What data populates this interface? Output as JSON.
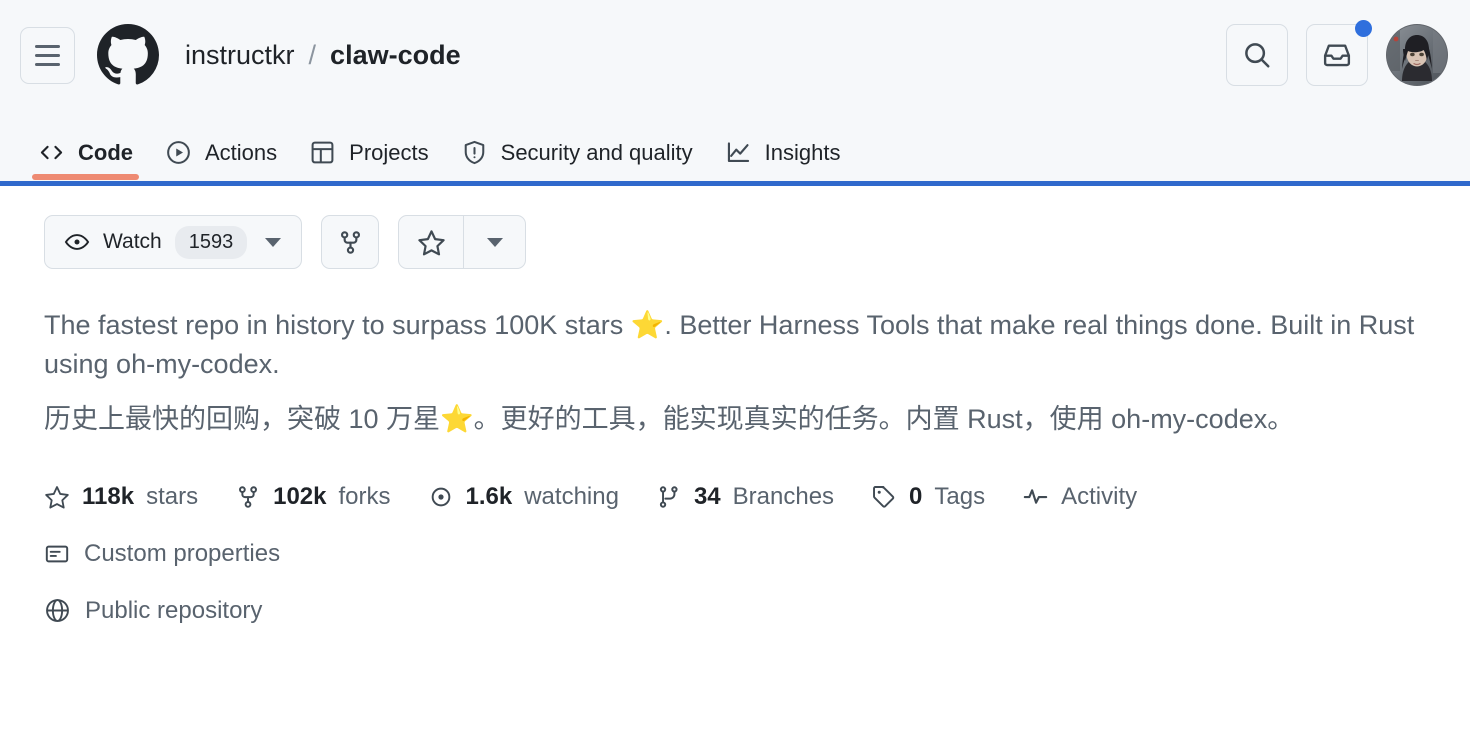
{
  "header": {
    "menu_icon": "hamburger-menu-icon",
    "logo_icon": "github-logo-icon",
    "breadcrumb": {
      "owner": "instructkr",
      "separator": "/",
      "repo": "claw-code"
    },
    "search_icon": "search-icon",
    "notifications_icon": "inbox-icon",
    "has_unread_notifications": true,
    "avatar_icon": "user-avatar"
  },
  "tabs": [
    {
      "label": "Code",
      "icon": "code-icon",
      "active": true
    },
    {
      "label": "Actions",
      "icon": "play-icon",
      "active": false
    },
    {
      "label": "Projects",
      "icon": "table-icon",
      "active": false
    },
    {
      "label": "Security and quality",
      "icon": "shield-icon",
      "active": false
    },
    {
      "label": "Insights",
      "icon": "graph-icon",
      "active": false
    }
  ],
  "actions": {
    "watch": {
      "label": "Watch",
      "count": "1593",
      "eye_icon": "eye-icon",
      "caret_icon": "chevron-down-icon"
    },
    "fork": {
      "icon": "fork-icon"
    },
    "star": {
      "icon": "star-icon",
      "caret_icon": "chevron-down-icon"
    }
  },
  "description": {
    "english": "The fastest repo in history to surpass 100K stars ⭐. Better Harness Tools that make real things done. Built in Rust using oh-my-codex.",
    "chinese": "历史上最快的回购，突破 10 万星⭐。更好的工具，能实现真实的任务。内置 Rust，使用 oh-my-codex。"
  },
  "stats": [
    {
      "icon": "star-icon",
      "value": "118k",
      "label": "stars"
    },
    {
      "icon": "fork-icon",
      "value": "102k",
      "label": "forks"
    },
    {
      "icon": "eye-icon",
      "value": "1.6k",
      "label": "watching"
    },
    {
      "icon": "branch-icon",
      "value": "34",
      "label": "Branches"
    },
    {
      "icon": "tag-icon",
      "value": "0",
      "label": "Tags"
    },
    {
      "icon": "pulse-icon",
      "value": "",
      "label": "Activity"
    }
  ],
  "meta": {
    "custom_properties": {
      "label": "Custom properties",
      "icon": "properties-icon"
    },
    "visibility": {
      "label": "Public repository",
      "icon": "globe-icon"
    }
  },
  "colors": {
    "header_bg": "#f6f8fa",
    "content_bg": "#ffffff",
    "active_tab_underline": "#ee8a72",
    "header_rule": "#3069cc",
    "notification_dot": "#2f6fdd",
    "text_primary": "#1f2328",
    "text_muted": "#59636e",
    "border": "#d8dee4"
  }
}
